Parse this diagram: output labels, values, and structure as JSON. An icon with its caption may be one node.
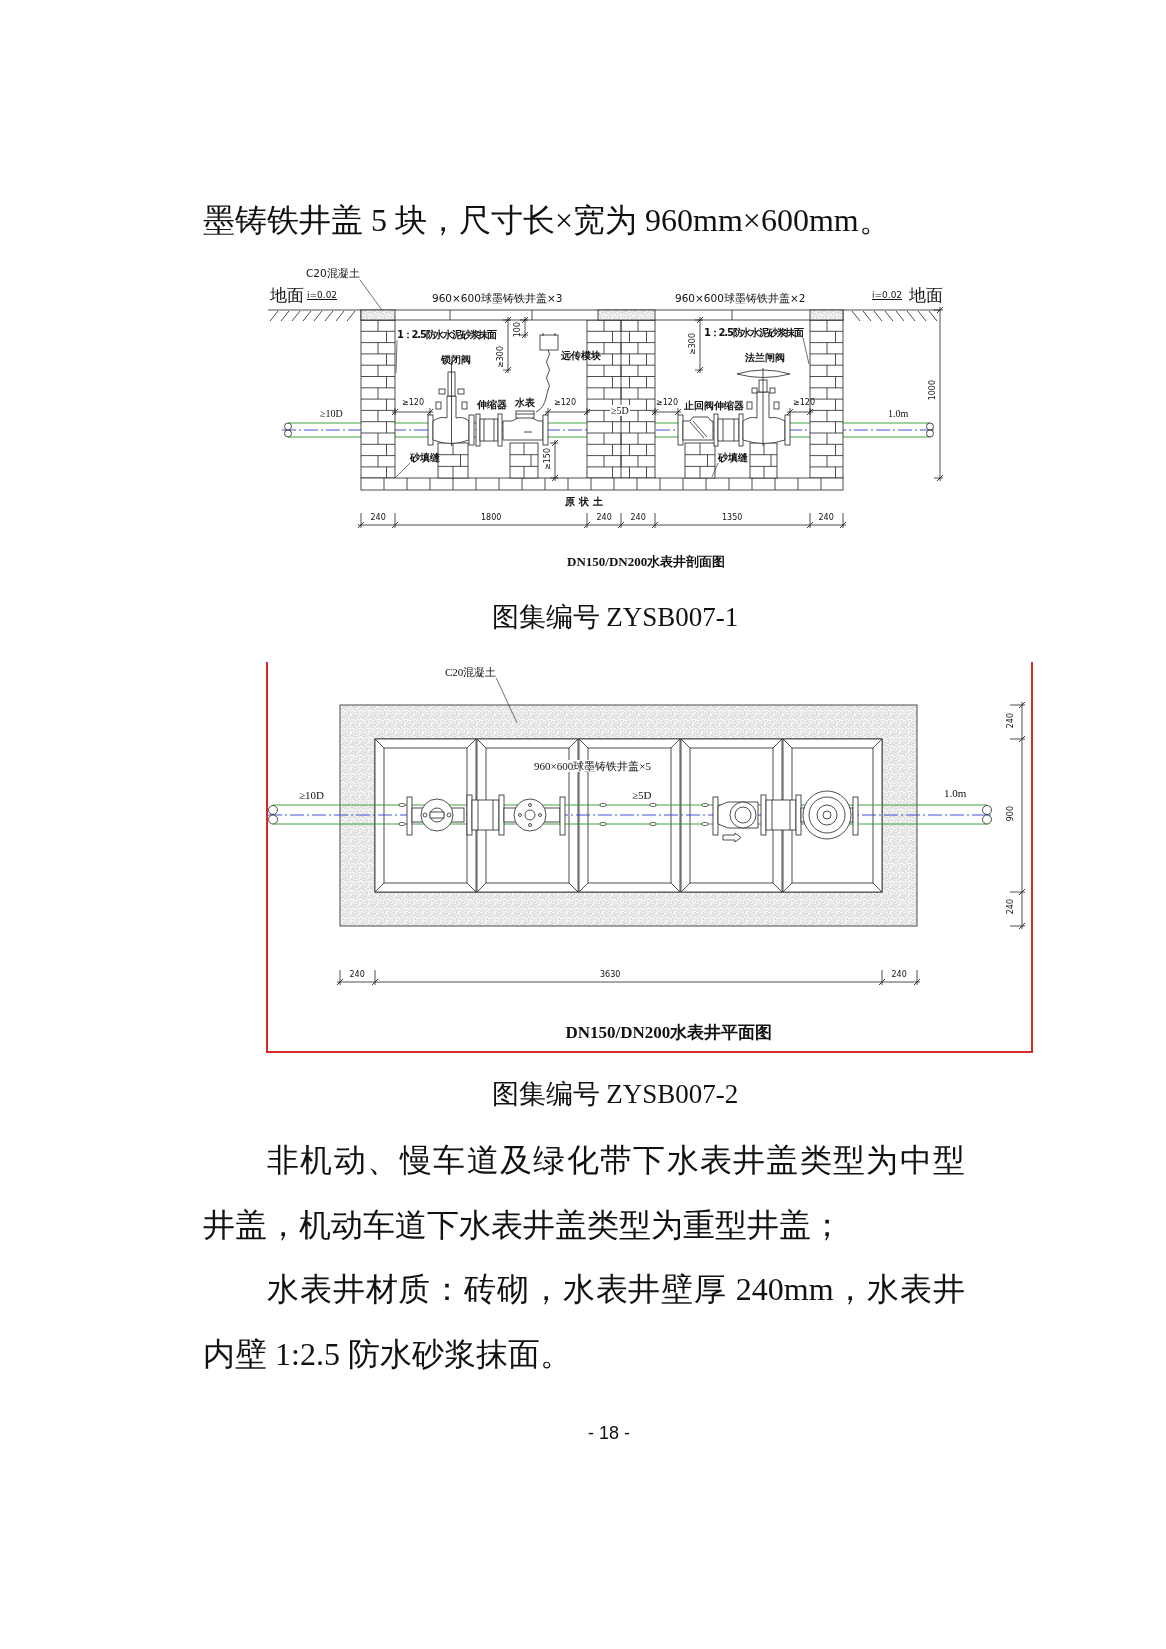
{
  "diagram": {
    "nodes": [
      {
        "text": [
          "C20混凝土"
        ]
      },
      {
        "text": [
          "1：2.5防水水泥砂浆抹面"
        ]
      },
      {
        "text": [
          "砂填缝"
        ]
      },
      {
        "text": [
          "1：2.5防水水泥砂浆抹面"
        ]
      },
      {
        "text": [
          "砂填缝"
        ]
      },
      {
        "text": [
          "C20混凝土"
        ]
      },
      {
        "text": [],
        "shape": "box"
      }
    ],
    "edges": [
      {
        "from": 0,
        "to": 6,
        "arrow": "none"
      },
      {
        "from": 1,
        "to": null,
        "arrow": "none"
      },
      {
        "from": 2,
        "to": null,
        "arrow": "none"
      },
      {
        "from": 3,
        "to": null,
        "arrow": "none"
      },
      {
        "from": 4,
        "to": null,
        "arrow": "none"
      },
      {
        "from": 5,
        "to": null,
        "arrow": "none"
      }
    ],
    "labels": [
      "墨铸铁井盖 5 块，尺寸长×宽为 960mm×600mm。",
      "地面",
      "i=0.02",
      "960×600球墨铸铁井盖×3",
      "960×600球墨铸铁井盖×2",
      "i=0.02",
      "地面",
      "≥300",
      "100",
      "远传模块",
      "≥300",
      "锁闭阀",
      "法兰闸阀",
      "≥120",
      "伸缩器",
      "水表",
      "≥120",
      "≥120",
      "止回阀",
      "伸缩器",
      "≥120",
      "≥10D",
      "≥5D",
      "1.0m",
      "1000",
      "≥150",
      "原状土",
      "240",
      "1800",
      "240",
      "240",
      "1350",
      "240",
      "DN150/DN200水表井剖面图",
      "图集编号 ZYSB007-1",
      "960×600球墨铸铁井盖×5",
      "≥10D",
      "≥5D",
      "1.0m",
      "240",
      "900",
      "240",
      "240",
      "3630",
      "240",
      "DN150/DN200水表井平面图",
      "图集编号 ZYSB007-2",
      "非机动、慢车道及绿化带下水表井盖类型为中型井盖，机动车道下水表井盖类型为重型井盖；",
      "水表井材质：砖砌，水表井壁厚 240mm，水表井内壁 1:2.5 防水砂浆抹面。",
      "- 18 -"
    ]
  }
}
